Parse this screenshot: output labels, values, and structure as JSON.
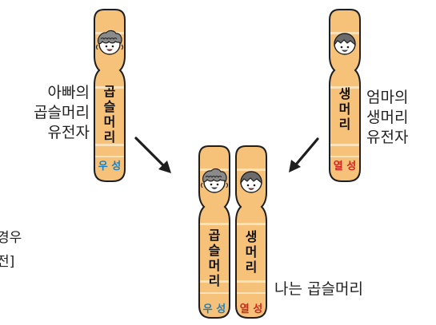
{
  "labels": {
    "father_line1": "아빠의",
    "father_line2": "곱슬머리",
    "father_line3": "유전자",
    "mother_line1": "엄마의",
    "mother_line2": "생머리",
    "mother_line3": "유전자",
    "left_partial1": "경우",
    "left_partial2": "전]",
    "result": "나는 곱슬머리"
  },
  "chromosomes": {
    "father": {
      "gene": "곱\n슬\n머\n리",
      "allele": "우 성"
    },
    "mother": {
      "gene": "생\n머\n리",
      "allele": "열 성"
    },
    "child_left": {
      "gene": "곱\n슬\n머\n리",
      "allele": "우 성"
    },
    "child_right": {
      "gene": "생\n머\n리",
      "allele": "열 성"
    }
  },
  "colors": {
    "chromosome_fill": "#F6C27A",
    "chromosome_band": "#FBE2B8",
    "outline": "#1e1e1e",
    "dominant": "#1D7FBF",
    "recessive": "#D0261E",
    "curly_hair": "#7b7b7b",
    "straight_hair": "#6b6b6b"
  },
  "icons": [
    "curly-hair-face-icon",
    "straight-hair-face-icon",
    "arrow-icon"
  ]
}
